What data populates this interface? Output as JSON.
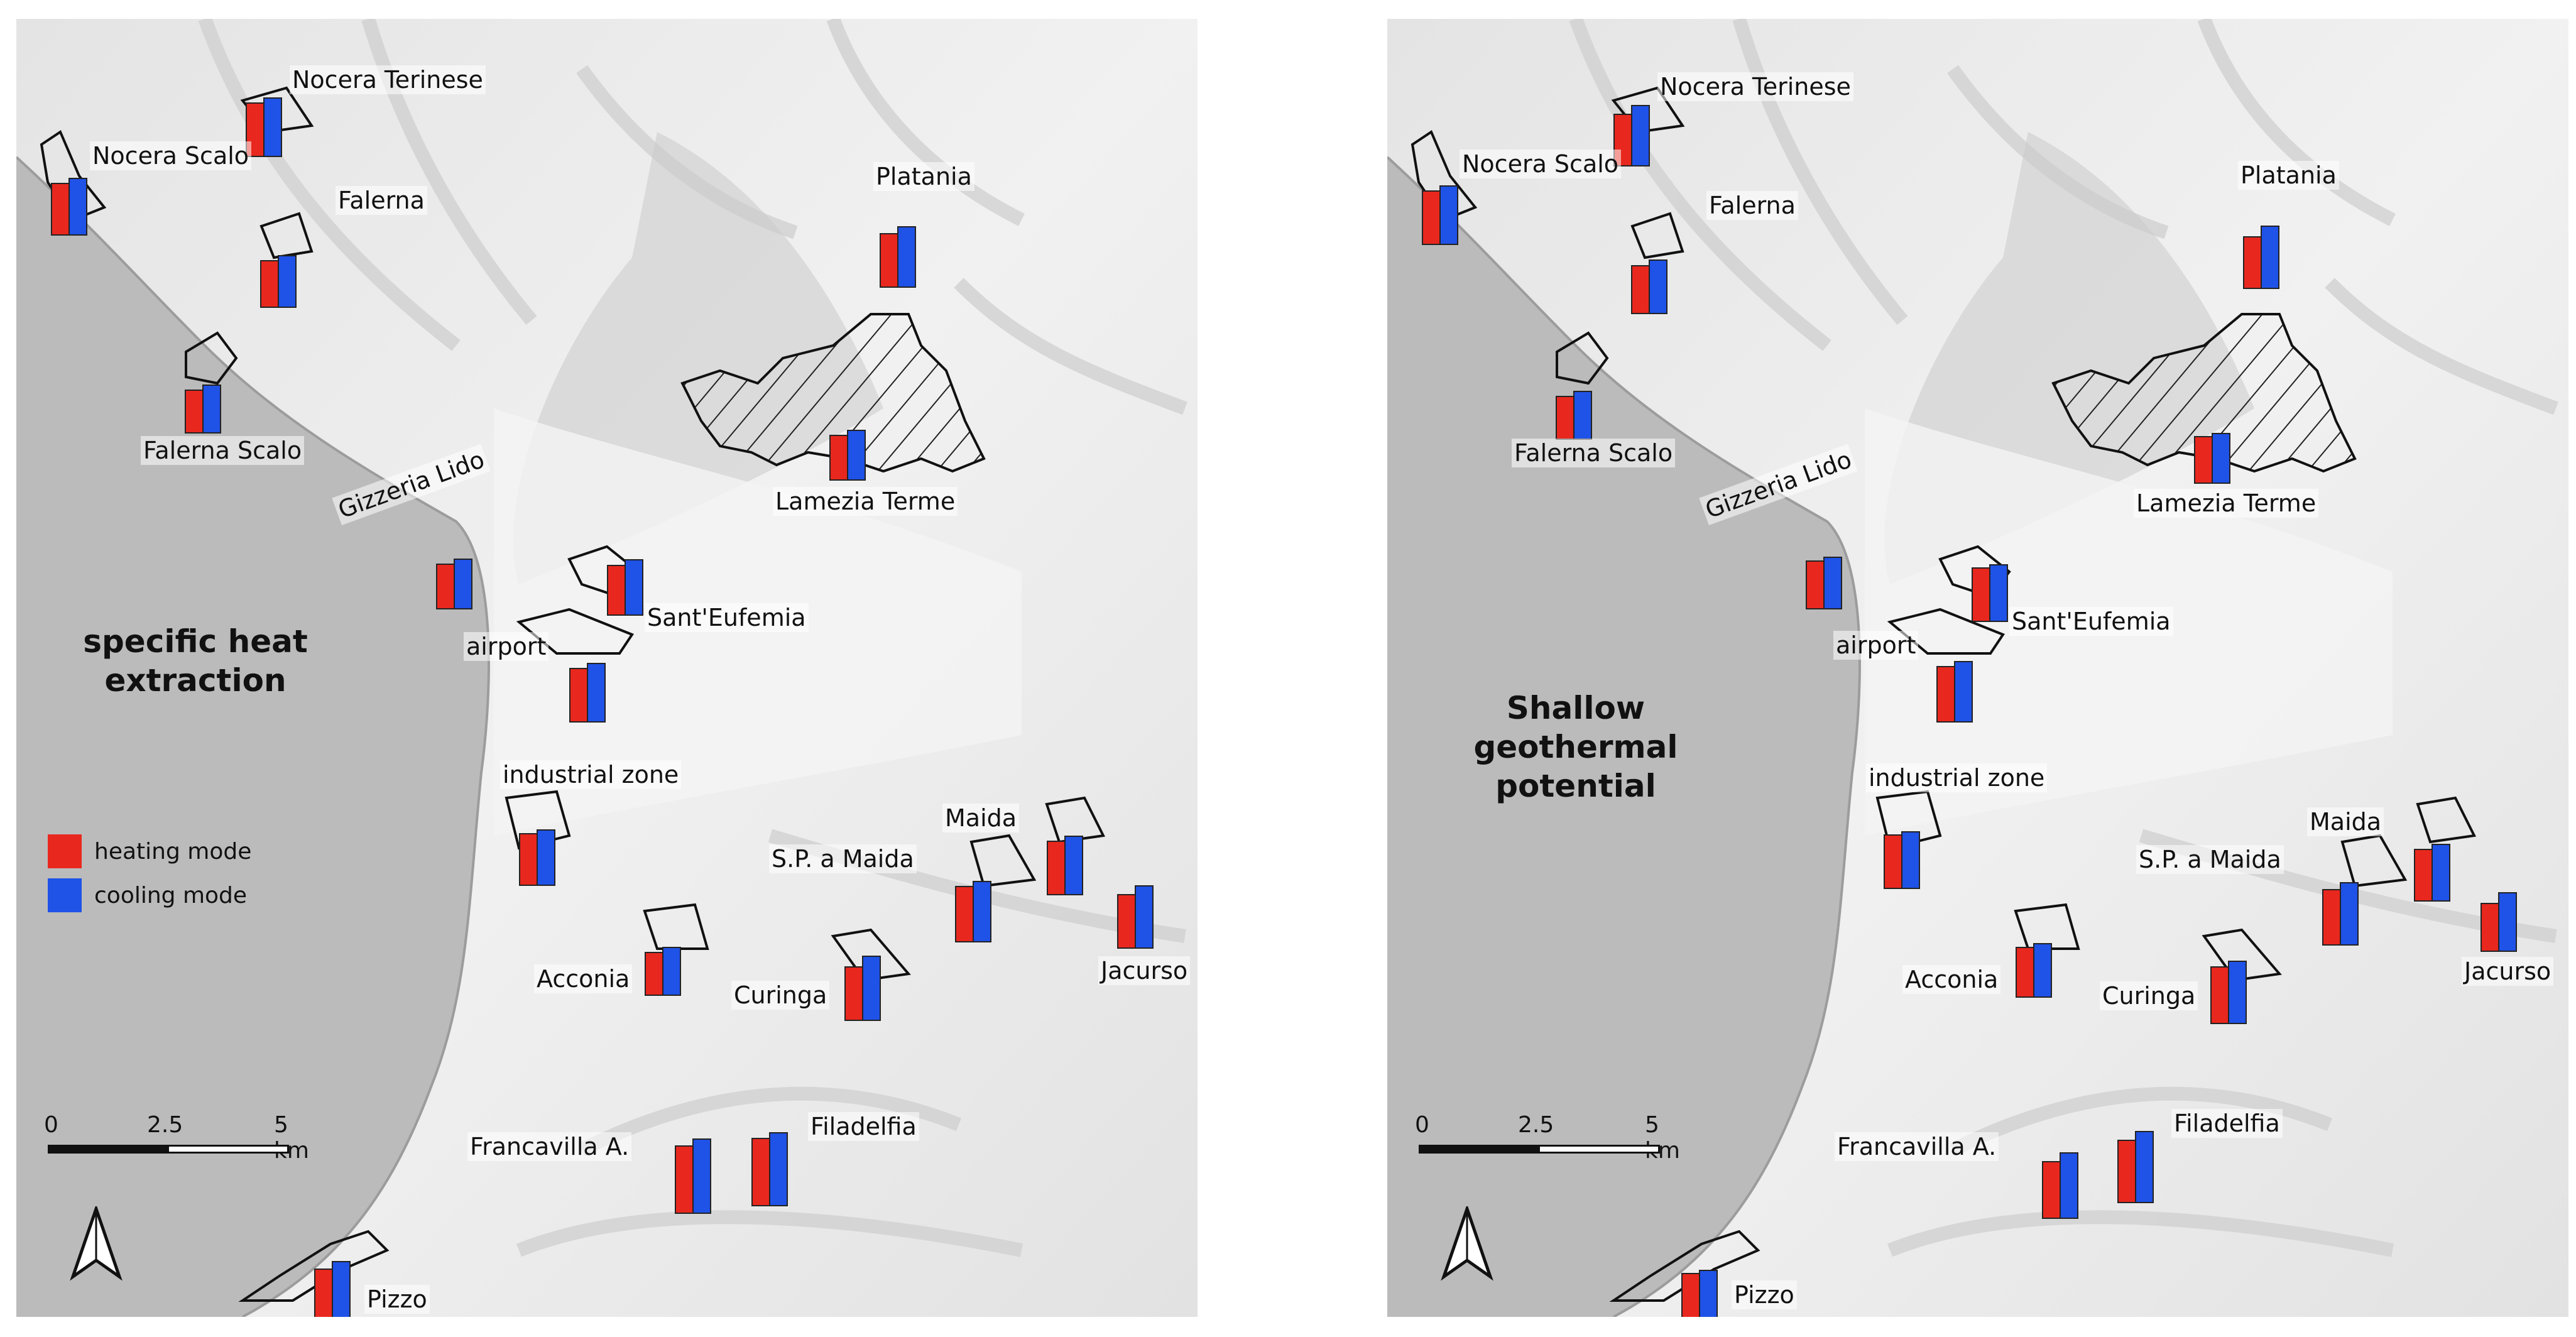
{
  "panels": [
    {
      "title_lines": [
        "specific heat",
        "extraction"
      ],
      "places": [
        {
          "name": "Nocera Terinese",
          "heating": 0.62,
          "cooling": 0.68
        },
        {
          "name": "Nocera Scalo",
          "heating": 0.6,
          "cooling": 0.66
        },
        {
          "name": "Falerna",
          "heating": 0.54,
          "cooling": 0.6
        },
        {
          "name": "Falerna Scalo",
          "heating": 0.5,
          "cooling": 0.56
        },
        {
          "name": "Platania",
          "heating": 0.62,
          "cooling": 0.7
        },
        {
          "name": "Lamezia Terme",
          "heating": 0.52,
          "cooling": 0.58
        },
        {
          "name": "Gizzeria  Lido",
          "heating": 0.52,
          "cooling": 0.58
        },
        {
          "name": "Sant'Eufemia",
          "heating": 0.58,
          "cooling": 0.64
        },
        {
          "name": "airport",
          "heating": 0.62,
          "cooling": 0.68
        },
        {
          "name": "industrial zone",
          "heating": 0.6,
          "cooling": 0.64
        },
        {
          "name": "Maida",
          "heating": 0.62,
          "cooling": 0.68
        },
        {
          "name": "S.P. a Maida",
          "heating": 0.64,
          "cooling": 0.7
        },
        {
          "name": "Jacurso",
          "heating": 0.62,
          "cooling": 0.72
        },
        {
          "name": "Acconia",
          "heating": 0.5,
          "cooling": 0.56
        },
        {
          "name": "Curinga",
          "heating": 0.62,
          "cooling": 0.74
        },
        {
          "name": "Francavilla A.",
          "heating": 0.78,
          "cooling": 0.86
        },
        {
          "name": "Filadelfia",
          "heating": 0.78,
          "cooling": 0.84
        },
        {
          "name": "Pizzo",
          "heating": 0.76,
          "cooling": 0.84
        }
      ]
    },
    {
      "title_lines": [
        "Shallow",
        "geothermal",
        "potential"
      ],
      "places": [
        {
          "name": "Nocera Terinese",
          "heating": 0.6,
          "cooling": 0.7
        },
        {
          "name": "Nocera Scalo",
          "heating": 0.62,
          "cooling": 0.68
        },
        {
          "name": "Falerna",
          "heating": 0.56,
          "cooling": 0.62
        },
        {
          "name": "Falerna Scalo",
          "heating": 0.5,
          "cooling": 0.56
        },
        {
          "name": "Platania",
          "heating": 0.6,
          "cooling": 0.72
        },
        {
          "name": "Lamezia Terme",
          "heating": 0.54,
          "cooling": 0.58
        },
        {
          "name": "Gizzeria  Lido",
          "heating": 0.56,
          "cooling": 0.6
        },
        {
          "name": "Sant'Eufemia",
          "heating": 0.62,
          "cooling": 0.66
        },
        {
          "name": "airport",
          "heating": 0.64,
          "cooling": 0.7
        },
        {
          "name": "industrial zone",
          "heating": 0.62,
          "cooling": 0.66
        },
        {
          "name": "Maida",
          "heating": 0.6,
          "cooling": 0.66
        },
        {
          "name": "S.P. a Maida",
          "heating": 0.64,
          "cooling": 0.72
        },
        {
          "name": "Jacurso",
          "heating": 0.56,
          "cooling": 0.68
        },
        {
          "name": "Acconia",
          "heating": 0.58,
          "cooling": 0.62
        },
        {
          "name": "Curinga",
          "heating": 0.66,
          "cooling": 0.72
        },
        {
          "name": "Francavilla A.",
          "heating": 0.66,
          "cooling": 0.76
        },
        {
          "name": "Filadelfia",
          "heating": 0.72,
          "cooling": 0.82
        },
        {
          "name": "Pizzo",
          "heating": 0.74,
          "cooling": 0.78
        }
      ]
    }
  ],
  "legend": {
    "heating_label": "heating mode",
    "cooling_label": "cooling mode",
    "heating_color": "#e8281e",
    "cooling_color": "#1f52e6"
  },
  "scalebar": {
    "labels": [
      "0",
      "2.5",
      "5 km"
    ]
  }
}
